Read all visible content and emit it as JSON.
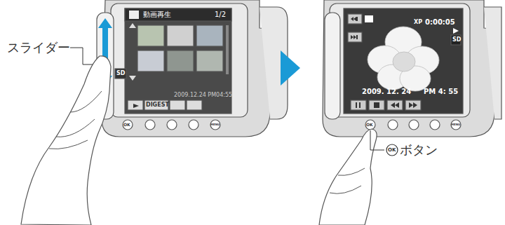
{
  "diagram": {
    "labels": [
      "スライダー",
      "動画再生",
      "1/2",
      "SD",
      "DIGEST",
      "2009.12.24 PM04:55",
      "OK",
      "MENU",
      "XP",
      "0:00:05",
      "SD",
      "2009. 12. 24",
      "PM 4: 55",
      "OK",
      "MENU",
      "OK",
      "ボタン"
    ]
  }
}
